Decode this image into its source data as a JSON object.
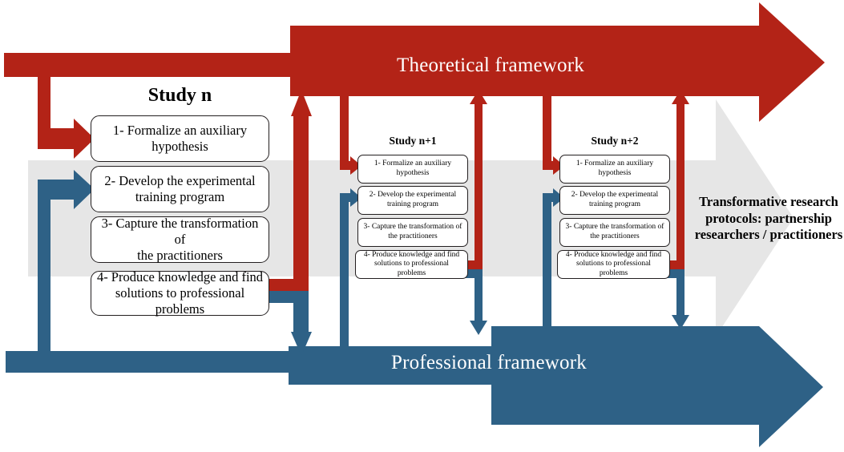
{
  "diagram": {
    "title_top_band": "Theoretical framework",
    "title_bottom_band": "Professional framework",
    "side_label": "Transformative research\nprotocols: partnership\nresearchers / practitioners",
    "colors": {
      "red": "#B32317",
      "blue": "#2E6186",
      "gray_band": "#E6E6E6",
      "box_border": "#231f20",
      "box_fill": "#FFFFFF",
      "band_text": "#FFFFFF"
    }
  },
  "studies": [
    {
      "id": "study-n",
      "title": "Study n",
      "steps": [
        "1- Formalize an auxiliary\nhypothesis",
        "2- Develop the experimental\ntraining program",
        "3- Capture the transformation of\nthe practitioners",
        "4- Produce knowledge and find\nsolutions to professional problems"
      ]
    },
    {
      "id": "study-n-plus-1",
      "title": "Study n+1",
      "steps": [
        "1- Formalize an auxiliary\nhypothesis",
        "2- Develop the experimental\ntraining program",
        "3- Capture the transformation of\nthe practitioners",
        "4- Produce knowledge and find\nsolutions to professional problems"
      ]
    },
    {
      "id": "study-n-plus-2",
      "title": "Study n+2",
      "steps": [
        "1- Formalize an auxiliary\nhypothesis",
        "2- Develop the experimental\ntraining program",
        "3- Capture the transformation of\nthe practitioners",
        "4- Produce knowledge and find\nsolutions to professional problems"
      ]
    }
  ]
}
